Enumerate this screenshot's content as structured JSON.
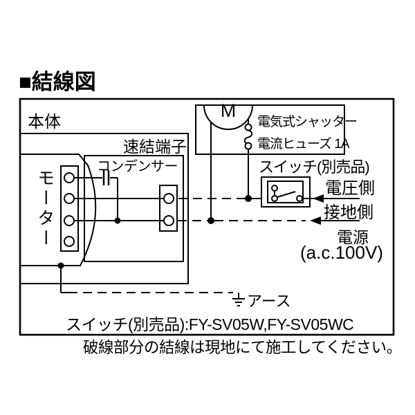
{
  "title": "■結線図",
  "diagram": {
    "labels": {
      "main_unit": "本体",
      "quick_terminal": "速結端子",
      "capacitor": "コンデンサー",
      "motor_vertical": "モーター",
      "motor_symbol": "M",
      "electric_shutter": "電気式シャッター",
      "current_fuse": "電流ヒューズ 1A",
      "switch_optional": "スイッチ(別売品)",
      "voltage_side": "電圧側",
      "ground_side": "接地側",
      "power_source": "電源",
      "power_voltage": "(a.c.100V)",
      "earth": "アース",
      "switch_models": "スイッチ(別売品):FY-SV05W,FY-SV05WC"
    },
    "note": "破線部分の結線は現地にて施工してください。"
  },
  "colors": {
    "line": "#000000",
    "background": "#ffffff"
  }
}
